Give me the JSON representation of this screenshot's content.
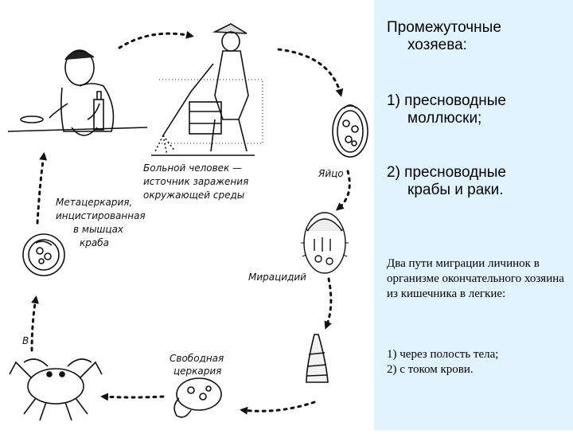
{
  "diagram": {
    "labels": {
      "sick_person": [
        "Больной человек —",
        "источник заражения",
        "окружающей среды"
      ],
      "egg": "Яйцо",
      "miracidium": "Мирацидий",
      "free_cercaria": [
        "Свободная",
        "церкария"
      ],
      "metacercaria": [
        "Метацеркария,",
        "инцистированная",
        "в мышцах",
        "краба"
      ],
      "b_letter": "В"
    }
  },
  "panel": {
    "title_line1": "Промежуточные",
    "title_line2": "хозяева:",
    "host1_line1": "1) пресноводные",
    "host1_line2": "моллюски;",
    "host2_line1": "2) пресноводные",
    "host2_line2": "крабы и раки.",
    "migration_text": "Два пути миграции личинок в организме окончательного хозяина из кишечника в легкие:",
    "path1": "1) через полость тела;",
    "path2": "2) с током крови."
  },
  "colors": {
    "panel_background": "#e0f3ff",
    "ink": "#111111"
  }
}
